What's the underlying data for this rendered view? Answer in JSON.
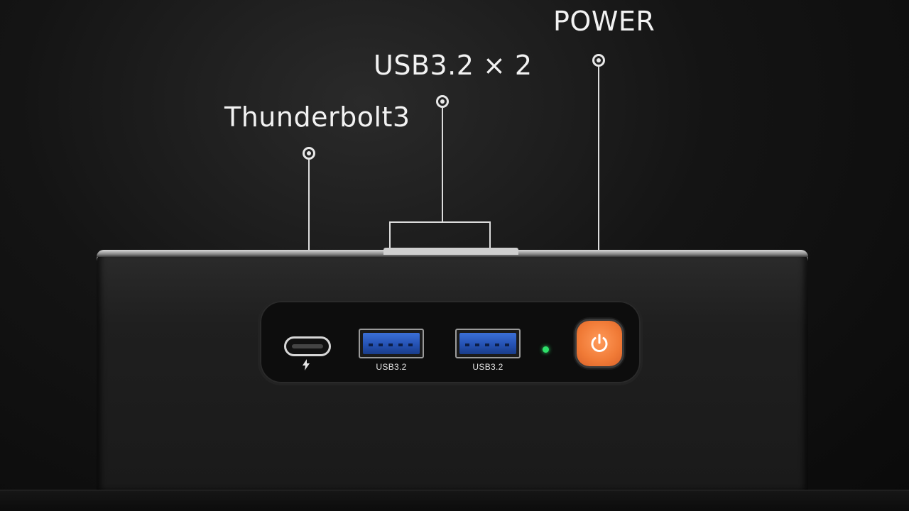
{
  "callouts": {
    "thunderbolt": "Thunderbolt3",
    "usb": "USB3.2 × 2",
    "power": "POWER"
  },
  "ports": {
    "usb_left_label": "USB3.2",
    "usb_right_label": "USB3.2"
  },
  "colors": {
    "power_button": "#f07a36",
    "usb_blue": "#2f5fc8",
    "led_green": "#2ee06a"
  },
  "icons": {
    "thunderbolt_symbol": "lightning-bolt-icon",
    "power_symbol": "power-icon"
  }
}
